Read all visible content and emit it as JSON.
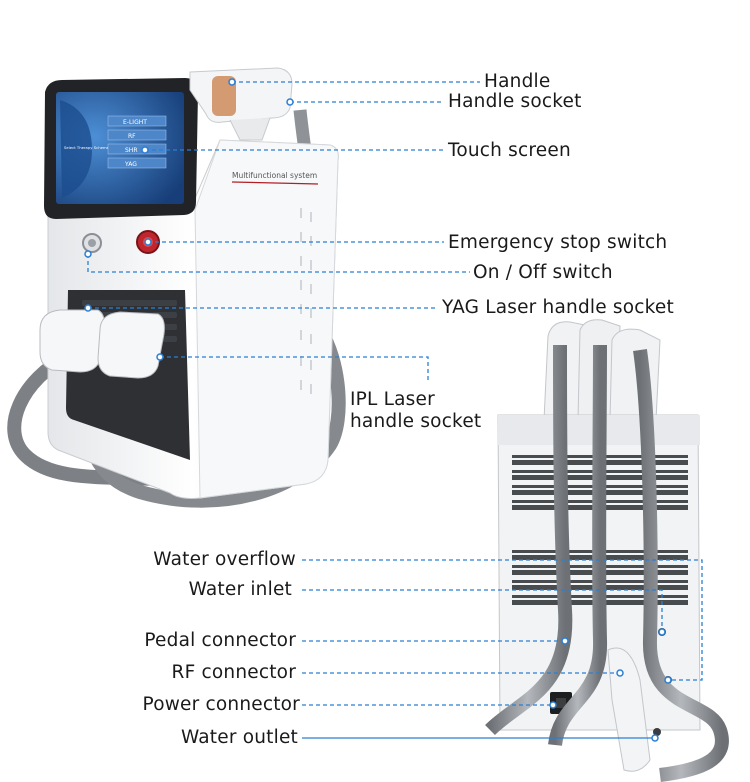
{
  "device": {
    "screen_menu": [
      "E-LIGHT",
      "RF",
      "SHR",
      "YAG"
    ],
    "screen_side_text": "Select Therapy Scheme",
    "brand_text": "Multifunctional system"
  },
  "labels": {
    "handle": "Handle",
    "handle_socket": "Handle socket",
    "touch_screen": "Touch screen",
    "emergency_stop": "Emergency stop switch",
    "on_off": "On / Off switch",
    "yag_socket": "YAG Laser handle socket",
    "ipl_socket_line1": "IPL Laser",
    "ipl_socket_line2": "handle socket",
    "water_overflow": "Water overflow",
    "water_inlet": "Water inlet",
    "pedal_connector": "Pedal connector",
    "rf_connector": "RF connector",
    "power_connector": "Power connector",
    "water_outlet": "Water outlet"
  },
  "colors": {
    "leader": "#2a7fd4",
    "body": "#f2f3f5",
    "panel": "#2b2c2f",
    "hose": "#8e9296",
    "accent_red": "#c0262d",
    "screen_blue": "#2f6fb8"
  }
}
